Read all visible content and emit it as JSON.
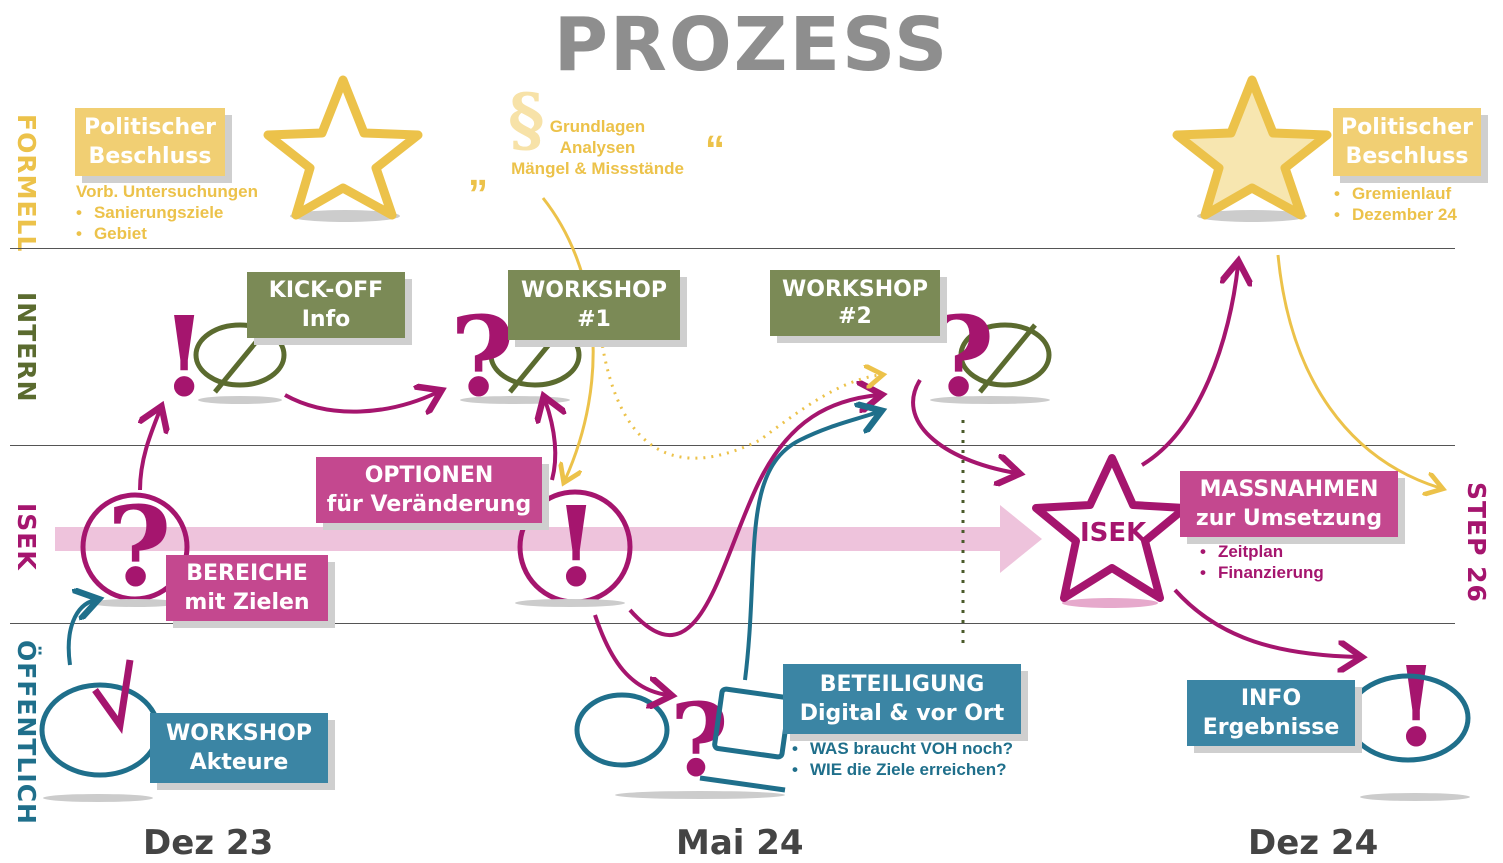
{
  "title": "PROZESS",
  "rows": {
    "formell": "FORMELL",
    "intern": "INTERN",
    "isek": "ISEK",
    "oeffentlich": "ÖFFENTLICH",
    "step": "STEP 26"
  },
  "boxes": {
    "beschluss_left": [
      "Politischer",
      "Beschluss"
    ],
    "kickoff": [
      "KICK-OFF",
      "Info"
    ],
    "workshop1": [
      "WORKSHOP",
      "#1"
    ],
    "workshop2": [
      "WORKSHOP",
      "#2"
    ],
    "optionen": [
      "OPTIONEN",
      "für Veränderung"
    ],
    "bereiche": [
      "BEREICHE",
      "mit Zielen"
    ],
    "isek_star": "ISEK",
    "massnahmen": [
      "MASSNAHMEN",
      "zur Umsetzung"
    ],
    "beteiligung": [
      "BETEILIGUNG",
      "Digital & vor Ort"
    ],
    "workshop_akteure": [
      "WORKSHOP",
      "Akteure"
    ],
    "info": [
      "INFO",
      "Ergebnisse"
    ],
    "beschluss_right": [
      "Politischer",
      "Beschluss"
    ]
  },
  "notes": {
    "vorb": {
      "heading": "Vorb. Untersuchungen",
      "items": [
        "Sanierungsziele",
        "Gebiet"
      ]
    },
    "grundlagen": {
      "symbol": "§",
      "quote_open": "„",
      "quote_close": "“",
      "lines": [
        "Grundlagen",
        "Analysen",
        "Mängel & Missstände"
      ]
    },
    "gremien": {
      "items": [
        "Gremienlauf",
        "Dezember 24"
      ]
    },
    "massnahmen": {
      "items": [
        "Zeitplan",
        "Finanzierung"
      ]
    },
    "beteiligung": {
      "items": [
        "WAS braucht VOH noch?",
        "WIE die Ziele erreichen?"
      ]
    }
  },
  "dates": [
    "Dez 23",
    "Mai 24",
    "Dez 24"
  ],
  "colors": {
    "gold": "#ecc24a",
    "olive": "#5b6b2f",
    "magenta": "#a5156e",
    "teal": "#1f6f8b",
    "grey": "#8e8e8e"
  }
}
